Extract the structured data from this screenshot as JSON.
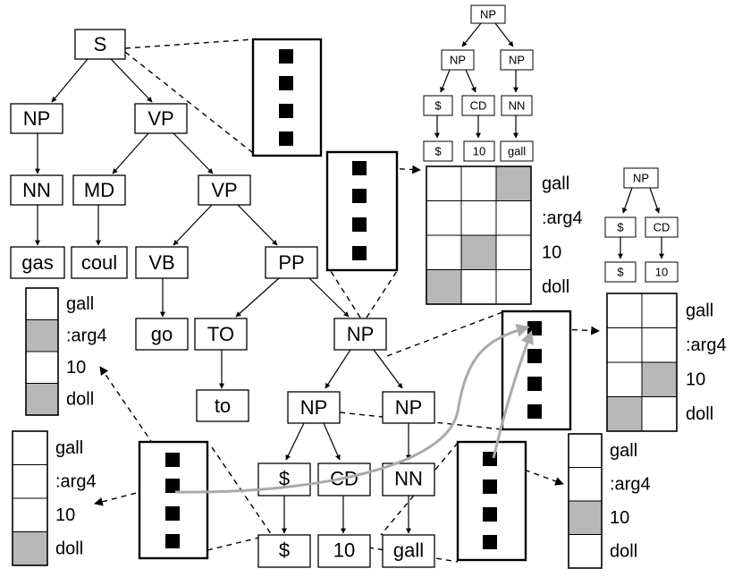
{
  "colors": {
    "filled": "#b8b8b8",
    "empty": "#ffffff",
    "ink": "#000000",
    "attention_arc": "#aaaaaa"
  },
  "main_tree": {
    "s": "S",
    "np_subj": "NP",
    "vp_top": "VP",
    "nn": "NN",
    "md": "MD",
    "vp_mid": "VP",
    "gas": "gas",
    "coul": "coul",
    "vb": "VB",
    "pp": "PP",
    "go": "go",
    "to_tag": "TO",
    "np_obj": "NP",
    "to_word": "to",
    "np_inner": "NP",
    "np_right": "NP",
    "dollar_tag": "$",
    "cd_tag": "CD",
    "nn_tag": "NN",
    "dollar_word": "$",
    "ten_word": "10",
    "gall_word": "gall"
  },
  "small_tree_top": {
    "root": "NP",
    "left_np": "NP",
    "right_np": "NP",
    "dollar_tag": "$",
    "cd_tag": "CD",
    "nn_tag": "NN",
    "dollar_word": "$",
    "ten_word": "10",
    "gall_word": "gall"
  },
  "small_tree_right": {
    "root": "NP",
    "dollar_tag": "$",
    "cd_tag": "CD",
    "dollar_word": "$",
    "ten_word": "10"
  },
  "matrix_center": {
    "rows": [
      "gall",
      ":arg4",
      "10",
      "doll"
    ],
    "grid": [
      [
        0,
        0,
        1
      ],
      [
        0,
        0,
        0
      ],
      [
        0,
        1,
        0
      ],
      [
        1,
        0,
        0
      ]
    ]
  },
  "matrix_right": {
    "rows": [
      "gall",
      ":arg4",
      "10",
      "doll"
    ],
    "grid": [
      [
        0,
        0
      ],
      [
        0,
        0
      ],
      [
        0,
        1
      ],
      [
        1,
        0
      ]
    ]
  },
  "vector_left_top": {
    "rows": [
      "gall",
      ":arg4",
      "10",
      "doll"
    ],
    "filled": [
      0,
      1,
      0,
      1
    ]
  },
  "vector_left_bottom": {
    "rows": [
      "gall",
      ":arg4",
      "10",
      "doll"
    ],
    "filled": [
      0,
      0,
      0,
      1
    ]
  },
  "vector_right_bottom": {
    "rows": [
      "gall",
      ":arg4",
      "10",
      "doll"
    ],
    "filled": [
      0,
      0,
      1,
      0
    ]
  }
}
